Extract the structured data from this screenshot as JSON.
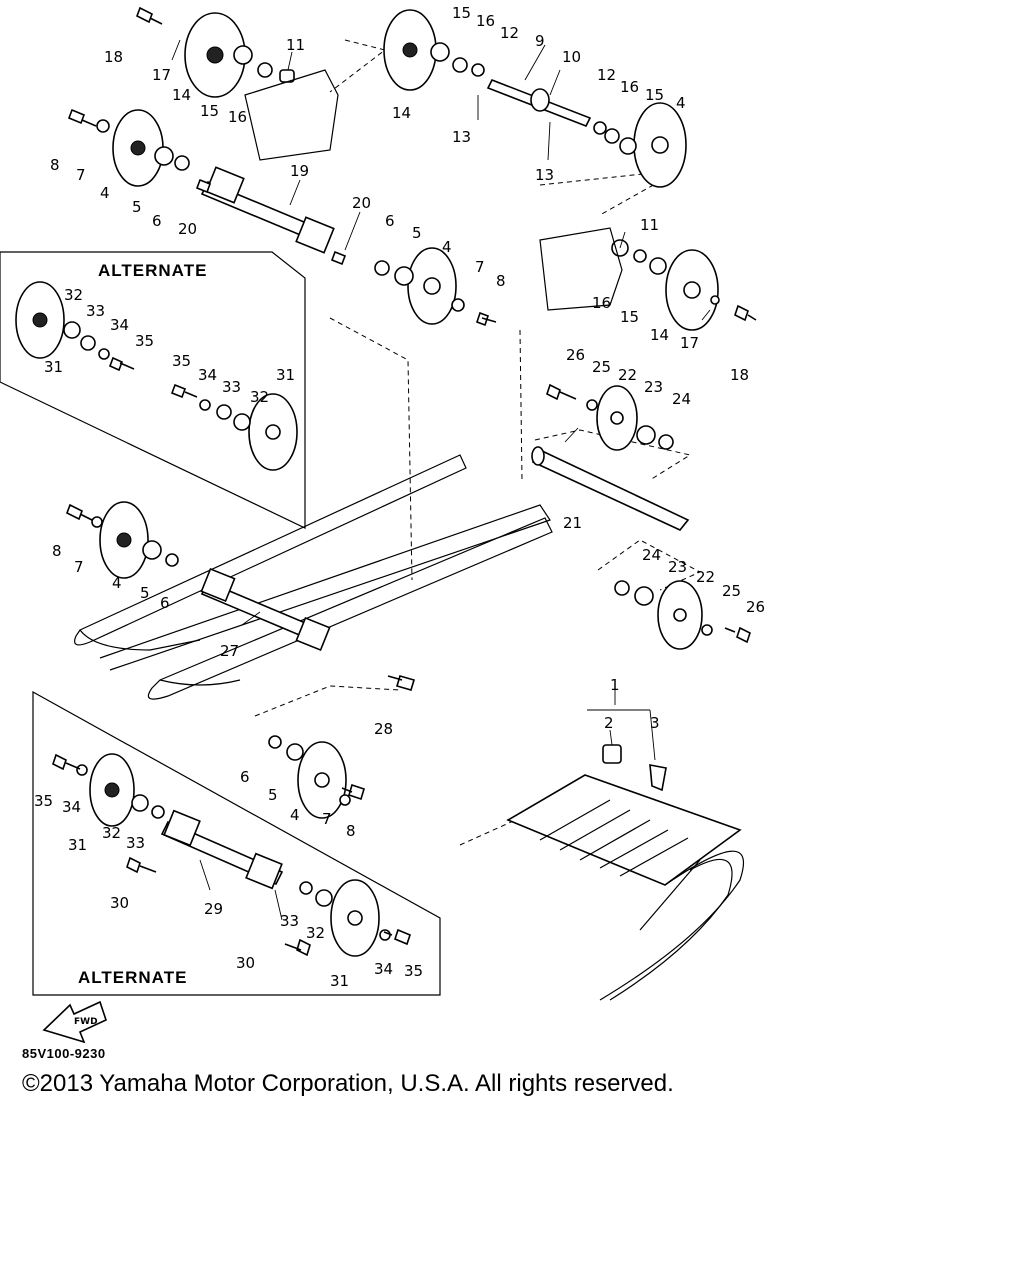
{
  "diagram": {
    "alternate_top_label": "ALTERNATE",
    "alternate_bottom_label": "ALTERNATE",
    "front_arrow_label": "FWD",
    "diagram_code": "85V100-9230",
    "copyright": "©2013 Yamaha Motor Corporation, U.S.A. All rights reserved.",
    "callouts": [
      "18",
      "17",
      "14",
      "15",
      "16",
      "11",
      "14",
      "15",
      "16",
      "12",
      "9",
      "10",
      "13",
      "13",
      "12",
      "16",
      "15",
      "4",
      "8",
      "7",
      "4",
      "5",
      "6",
      "20",
      "19",
      "20",
      "6",
      "5",
      "4",
      "7",
      "8",
      "11",
      "16",
      "15",
      "14",
      "17",
      "18",
      "32",
      "33",
      "34",
      "35",
      "31",
      "35",
      "34",
      "33",
      "32",
      "31",
      "26",
      "25",
      "22",
      "23",
      "24",
      "21",
      "8",
      "7",
      "4",
      "5",
      "6",
      "24",
      "23",
      "22",
      "25",
      "26",
      "27",
      "28",
      "6",
      "5",
      "4",
      "7",
      "8",
      "2",
      "3",
      "1",
      "35",
      "34",
      "31",
      "32",
      "33",
      "30",
      "29",
      "33",
      "32",
      "30",
      "31",
      "34",
      "35"
    ]
  }
}
